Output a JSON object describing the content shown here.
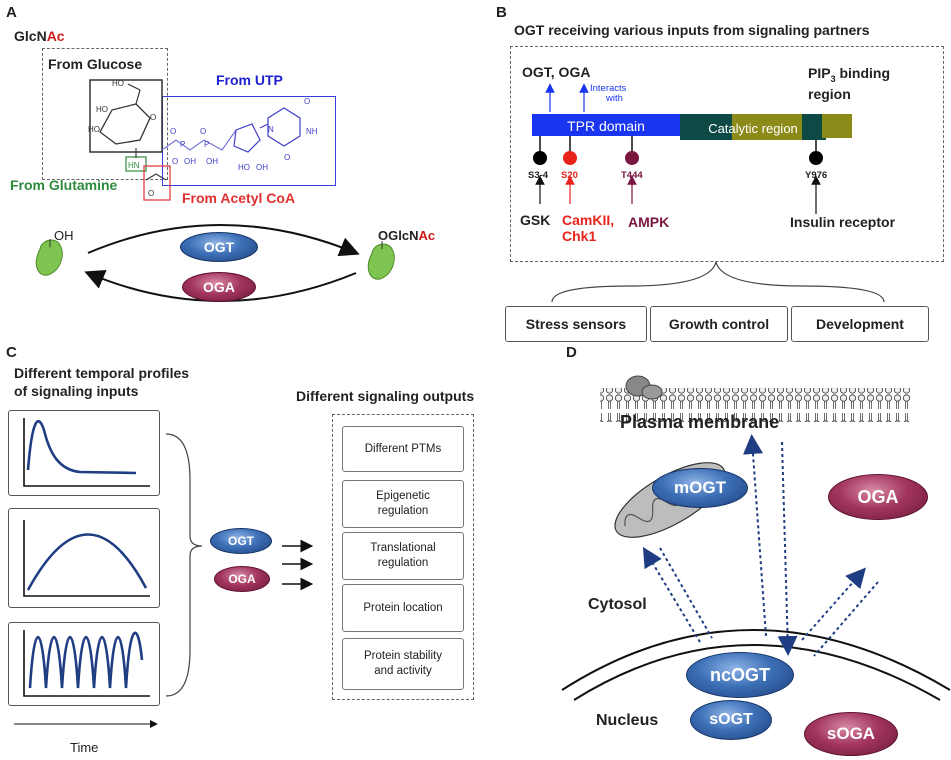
{
  "panelA": {
    "letter": "A",
    "glcnac_prefix": "GlcN",
    "glcnac_suffix": "Ac",
    "from_glucose": "From Glucose",
    "from_utp": "From UTP",
    "from_glutamine": "From Glutamine",
    "from_acetylcoa": "From Acetyl CoA",
    "oh_label": "OH",
    "oglcnac_prefix": "OGlcN",
    "oglcnac_suffix": "Ac",
    "ogt": "OGT",
    "oga": "OGA"
  },
  "panelB": {
    "letter": "B",
    "title": "OGT receiving various inputs from signaling partners",
    "ogt_oga": "OGT, OGA",
    "interacts_line1": "Interacts",
    "interacts_line2": "with",
    "pip3_base": "PIP",
    "pip3_sub": "3",
    "pip3_rest": " binding",
    "pip3_region": "region",
    "tpr": "TPR domain",
    "catalytic": "Catalytic region",
    "sites": [
      {
        "label": "S3-4",
        "color": "#000000"
      },
      {
        "label": "S20",
        "color": "#e8231c"
      },
      {
        "label": "T444",
        "color": "#7a1540"
      },
      {
        "label": "Y976",
        "color": "#000000"
      }
    ],
    "gsk": "GSK",
    "camkii_line1": "CamKII,",
    "camkii_line2": "Chk1",
    "ampk": "AMPK",
    "insulin": "Insulin receptor",
    "outputs": [
      "Stress sensors",
      "Growth control",
      "Development"
    ],
    "colors": {
      "tpr": "#1a35f0",
      "catalytic": "#0e4a45",
      "olive": "#8c8a18"
    }
  },
  "panelC": {
    "letter": "C",
    "inputs_title_line1": "Different temporal profiles",
    "inputs_title_line2": "of signaling inputs",
    "outputs_title": "Different signaling outputs",
    "ogt": "OGT",
    "oga": "OGA",
    "outputs": [
      {
        "line1": "Different PTMs",
        "line2": ""
      },
      {
        "line1": "Epigenetic",
        "line2": "regulation"
      },
      {
        "line1": "Translational",
        "line2": "regulation"
      },
      {
        "line1": "Protein location",
        "line2": ""
      },
      {
        "line1": "Protein stability",
        "line2": "and activity"
      }
    ],
    "time": "Time"
  },
  "panelD": {
    "letter": "D",
    "plasma_membrane": "Plasma membrane",
    "cytosol": "Cytosol",
    "nucleus": "Nucleus",
    "mogt": "mOGT",
    "oga": "OGA",
    "ncogt": "ncOGT",
    "sogt": "sOGT",
    "soga": "sOGA"
  }
}
